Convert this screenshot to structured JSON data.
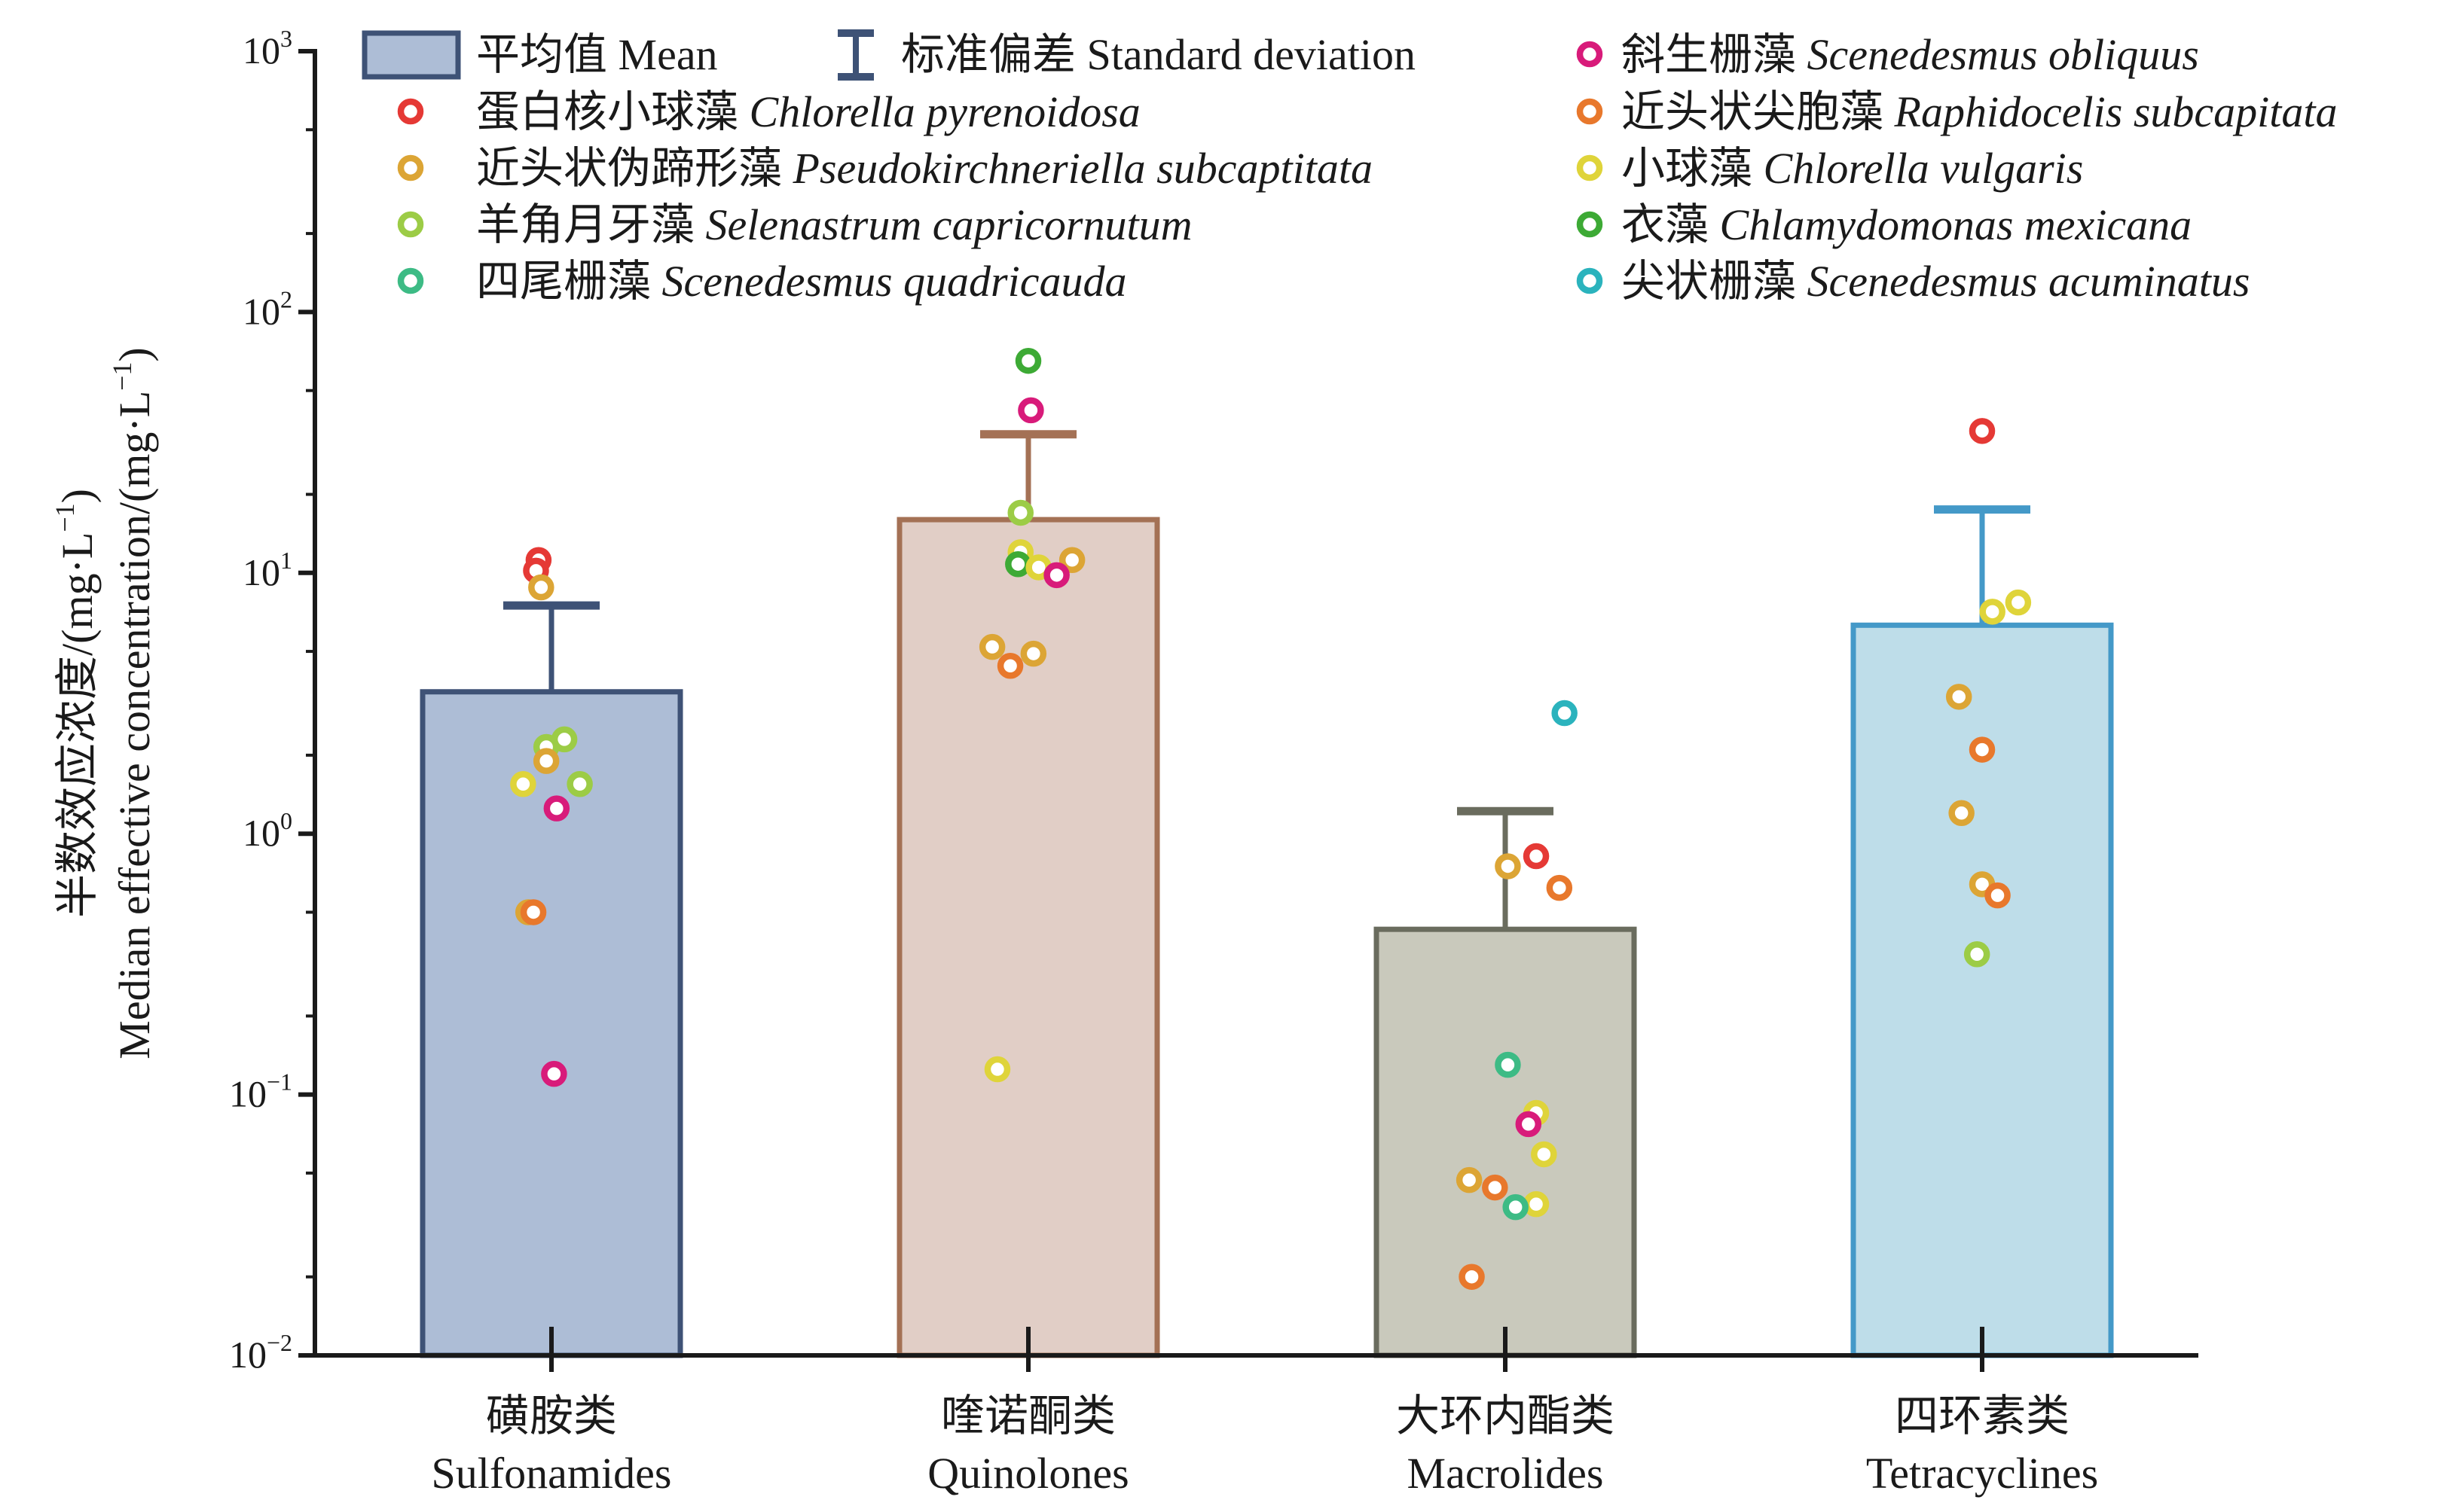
{
  "chart_data": {
    "type": "bar",
    "y_scale": "log",
    "ylim": [
      0.01,
      1000
    ],
    "y_ticks": [
      {
        "value": 0.01,
        "base": "10",
        "exp": "−2"
      },
      {
        "value": 0.1,
        "base": "10",
        "exp": "−1"
      },
      {
        "value": 1,
        "base": "10",
        "exp": "0"
      },
      {
        "value": 10,
        "base": "10",
        "exp": "1"
      },
      {
        "value": 100,
        "base": "10",
        "exp": "2"
      },
      {
        "value": 1000,
        "base": "10",
        "exp": "3"
      }
    ],
    "ylabel": {
      "zh": "半数效应浓度/(mg·L",
      "en": "Median effective concentration/(mg·L",
      "sup": "−1",
      "close": ")"
    },
    "legend_placement": "top",
    "legend": {
      "mean": "平均值 Mean",
      "sd": "标准偏差 Standard deviation"
    },
    "species": [
      {
        "id": "so",
        "zh": "斜生栅藻",
        "sci": "Scenedesmus obliquus",
        "color": "#d81b7a"
      },
      {
        "id": "cp",
        "zh": "蛋白核小球藻",
        "sci": "Chlorella pyrenoidosa",
        "color": "#e53935"
      },
      {
        "id": "rs",
        "zh": "近头状尖胞藻",
        "sci": "Raphidocelis subcapitata",
        "color": "#e8782c"
      },
      {
        "id": "ps",
        "zh": "近头状伪蹄形藻",
        "sci": "Pseudokirchneriella subcaptitata",
        "color": "#dca535"
      },
      {
        "id": "cv",
        "zh": "小球藻",
        "sci": "Chlorella vulgaris",
        "color": "#dfd43a"
      },
      {
        "id": "sc",
        "zh": "羊角月牙藻",
        "sci": "Selenastrum capricornutum",
        "color": "#9ccc46"
      },
      {
        "id": "cm",
        "zh": "衣藻",
        "sci": "Chlamydomonas mexicana",
        "color": "#3daa35"
      },
      {
        "id": "sq",
        "zh": "四尾栅藻",
        "sci": "Scenedesmus quadricauda",
        "color": "#3dbb85"
      },
      {
        "id": "sa",
        "zh": "尖状栅藻",
        "sci": "Scenedesmus acuminatus",
        "color": "#2bb3bd"
      }
    ],
    "categories": [
      {
        "zh": "磺胺类",
        "en": "Sulfonamides",
        "mean": 3.5,
        "sd_upper": 7.5,
        "fill": "#adbdd6",
        "stroke": "#3e5276"
      },
      {
        "zh": "喹诺酮类",
        "en": "Quinolones",
        "mean": 16,
        "sd_upper": 34,
        "fill": "#e1cec6",
        "stroke": "#a47155"
      },
      {
        "zh": "大环内酯类",
        "en": "Macrolides",
        "mean": 0.43,
        "sd_upper": 1.22,
        "fill": "#c9c9bc",
        "stroke": "#6a6c5e"
      },
      {
        "zh": "四环素类",
        "en": "Tetracyclines",
        "mean": 6.3,
        "sd_upper": 17.5,
        "fill": "#bedde9",
        "stroke": "#4499c8"
      }
    ],
    "points": [
      [
        {
          "sp": "cp",
          "y": 11.2,
          "j": -0.05
        },
        {
          "sp": "cp",
          "y": 10.2,
          "j": -0.06
        },
        {
          "sp": "ps",
          "y": 8.8,
          "j": -0.04
        },
        {
          "sp": "sc",
          "y": 2.3,
          "j": 0.05
        },
        {
          "sp": "sc",
          "y": 2.15,
          "j": -0.02
        },
        {
          "sp": "ps",
          "y": 1.9,
          "j": -0.02
        },
        {
          "sp": "cv",
          "y": 1.55,
          "j": -0.11
        },
        {
          "sp": "sc",
          "y": 1.55,
          "j": 0.11
        },
        {
          "sp": "so",
          "y": 1.25,
          "j": 0.02
        },
        {
          "sp": "ps",
          "y": 0.5,
          "j": -0.09
        },
        {
          "sp": "rs",
          "y": 0.5,
          "j": -0.07
        },
        {
          "sp": "so",
          "y": 0.12,
          "j": 0.01
        }
      ],
      [
        {
          "sp": "cm",
          "y": 65,
          "j": 0.0
        },
        {
          "sp": "so",
          "y": 42,
          "j": 0.01
        },
        {
          "sp": "sc",
          "y": 17,
          "j": -0.03
        },
        {
          "sp": "cv",
          "y": 12,
          "j": -0.03
        },
        {
          "sp": "ps",
          "y": 11.2,
          "j": 0.17
        },
        {
          "sp": "cm",
          "y": 10.8,
          "j": -0.04
        },
        {
          "sp": "cv",
          "y": 10.5,
          "j": 0.04
        },
        {
          "sp": "so",
          "y": 9.8,
          "j": 0.11
        },
        {
          "sp": "ps",
          "y": 5.2,
          "j": -0.14
        },
        {
          "sp": "ps",
          "y": 4.9,
          "j": 0.02
        },
        {
          "sp": "rs",
          "y": 4.4,
          "j": -0.07
        },
        {
          "sp": "cv",
          "y": 0.125,
          "j": -0.12
        }
      ],
      [
        {
          "sp": "sa",
          "y": 2.9,
          "j": 0.23
        },
        {
          "sp": "cp",
          "y": 0.82,
          "j": 0.12
        },
        {
          "sp": "ps",
          "y": 0.75,
          "j": 0.01
        },
        {
          "sp": "rs",
          "y": 0.62,
          "j": 0.21
        },
        {
          "sp": "sq",
          "y": 0.13,
          "j": 0.01
        },
        {
          "sp": "cv",
          "y": 0.085,
          "j": 0.12
        },
        {
          "sp": "so",
          "y": 0.077,
          "j": 0.09
        },
        {
          "sp": "cv",
          "y": 0.059,
          "j": 0.15
        },
        {
          "sp": "ps",
          "y": 0.047,
          "j": -0.14
        },
        {
          "sp": "rs",
          "y": 0.044,
          "j": -0.04
        },
        {
          "sp": "cv",
          "y": 0.038,
          "j": 0.12
        },
        {
          "sp": "sq",
          "y": 0.037,
          "j": 0.04
        },
        {
          "sp": "rs",
          "y": 0.02,
          "j": -0.13
        }
      ],
      [
        {
          "sp": "cp",
          "y": 35,
          "j": 0.0
        },
        {
          "sp": "cv",
          "y": 7.7,
          "j": 0.14
        },
        {
          "sp": "cv",
          "y": 7.1,
          "j": 0.04
        },
        {
          "sp": "ps",
          "y": 3.35,
          "j": -0.09
        },
        {
          "sp": "rs",
          "y": 2.1,
          "j": 0.0
        },
        {
          "sp": "ps",
          "y": 1.2,
          "j": -0.08
        },
        {
          "sp": "ps",
          "y": 0.64,
          "j": 0.0
        },
        {
          "sp": "rs",
          "y": 0.58,
          "j": 0.06
        },
        {
          "sp": "sc",
          "y": 0.345,
          "j": -0.02
        }
      ]
    ]
  }
}
